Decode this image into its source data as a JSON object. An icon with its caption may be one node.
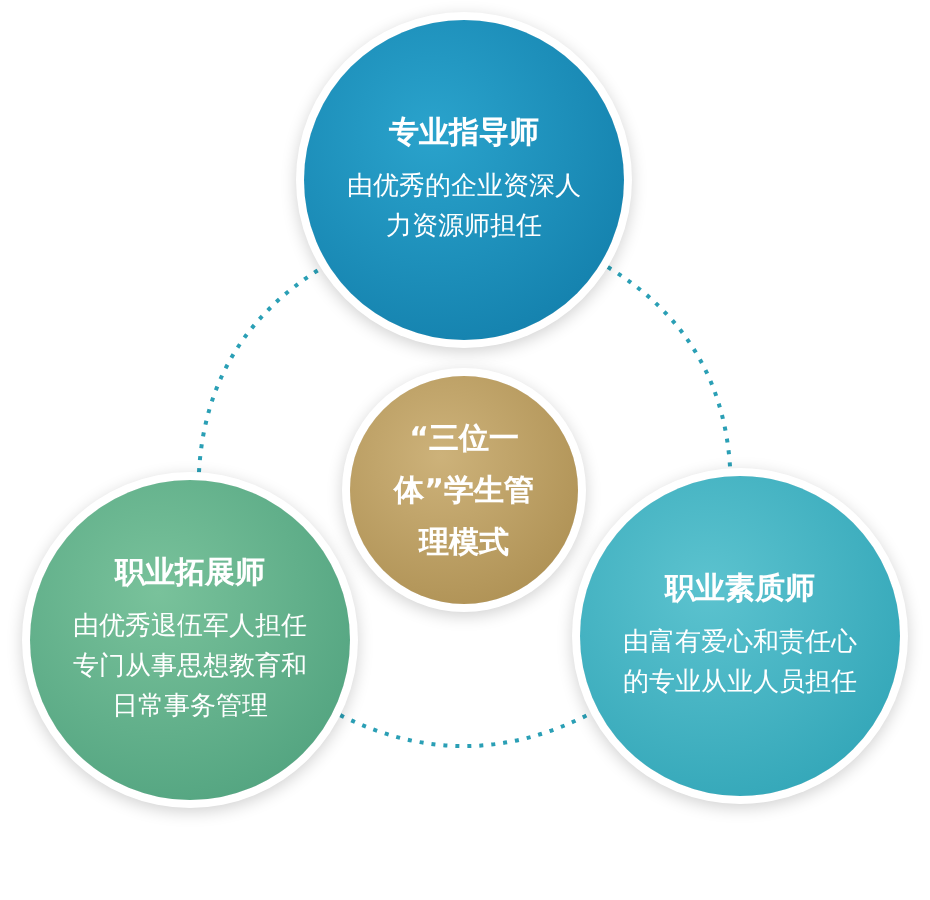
{
  "diagram": {
    "nodes": [
      {
        "text": [
          "专业指导师",
          "由优秀的企业资深人力资源师担任"
        ]
      },
      {
        "text": [
          "“三位一体”学生管理模式"
        ]
      },
      {
        "text": [
          "职业拓展师",
          "由优秀退伍军人担任专门从事思想教育和日常事务管理"
        ]
      },
      {
        "text": [
          "职业素质师",
          "由富有爱心和责任心的专业从业人员担任"
        ]
      }
    ],
    "edges": [
      {
        "from": 2,
        "to": 0,
        "arrow": "none",
        "style": "dashed"
      },
      {
        "from": 0,
        "to": 3,
        "arrow": "none",
        "style": "dashed"
      },
      {
        "from": 2,
        "to": 3,
        "arrow": "none",
        "style": "dashed"
      }
    ]
  }
}
